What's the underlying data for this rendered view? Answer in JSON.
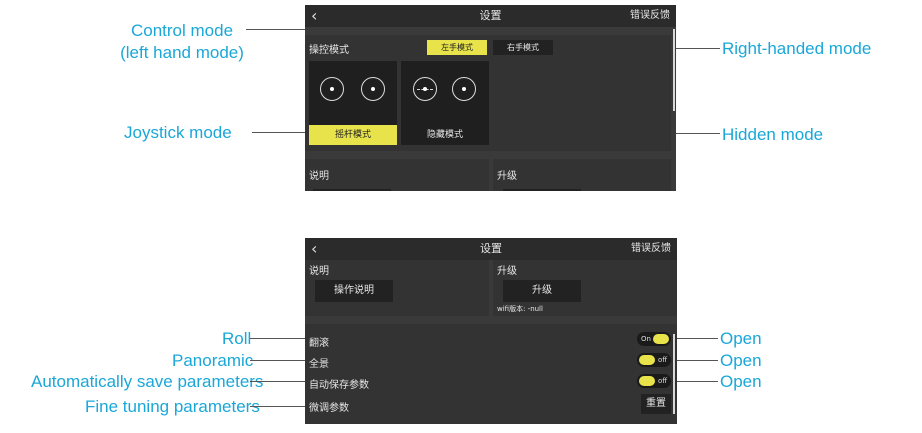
{
  "annotations": {
    "control_mode_line1": "Control mode",
    "control_mode_line2": "(left hand mode)",
    "right_handed_mode": "Right-handed mode",
    "joystick_mode": "Joystick mode",
    "hidden_mode": "Hidden mode",
    "roll": "Roll",
    "panoramic": "Panoramic",
    "auto_save": "Automatically save parameters",
    "fine_tuning": "Fine tuning parameters",
    "open_1": "Open",
    "open_2": "Open",
    "open_3": "Open"
  },
  "screen1": {
    "back_icon": "chevron-left-icon",
    "title": "设置",
    "error_feedback": "错误反馈",
    "control_mode_label": "操控模式",
    "left_hand_mode": "左手模式",
    "right_hand_mode": "右手模式",
    "joystick_mode": "摇杆模式",
    "hidden_mode": "隐藏模式",
    "description": "说明",
    "upgrade": "升级"
  },
  "screen2": {
    "back_icon": "chevron-left-icon",
    "title": "设置",
    "error_feedback": "错误反馈",
    "description": "说明",
    "operation_instructions": "操作说明",
    "upgrade": "升级",
    "upgrade_button": "升级",
    "wifi_version": "wifi版本: -null",
    "rows": [
      {
        "label": "翻滚",
        "toggle_text": "On"
      },
      {
        "label": "全景",
        "toggle_text": "off"
      },
      {
        "label": "自动保存参数",
        "toggle_text": "off"
      },
      {
        "label": "微调参数",
        "button": "重置"
      }
    ]
  },
  "colors": {
    "accent_yellow": "#e8e34a",
    "annotation_blue": "#1aa7d8",
    "panel_bg": "#333333"
  }
}
